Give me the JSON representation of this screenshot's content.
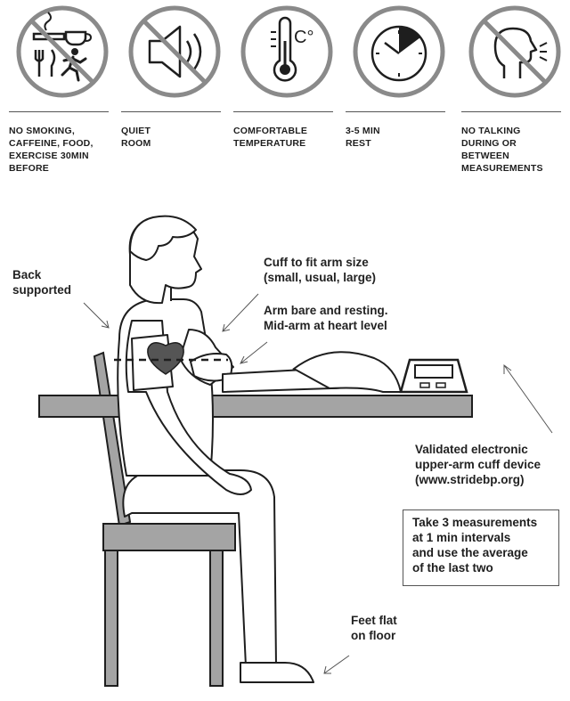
{
  "colors": {
    "ink": "#1e1e1e",
    "icon_ring": "#8a8a8a",
    "furniture": "#a4a4a4",
    "heart": "#555555"
  },
  "prerequisites": [
    {
      "label": "NO SMOKING,\nCAFFEINE, FOOD,\nEXERCISE 30MIN\nBEFORE",
      "icon": "no-smoking-caffeine-food-exercise-icon"
    },
    {
      "label": "QUIET\nROOM",
      "icon": "muted-speaker-icon"
    },
    {
      "label": "COMFORTABLE\nTEMPERATURE",
      "icon": "thermometer-celsius-icon"
    },
    {
      "label": "3-5 MIN\nREST",
      "icon": "clock-timer-icon"
    },
    {
      "label": "NO TALKING\nDURING OR\nBETWEEN\nMEASUREMENTS",
      "icon": "no-talking-icon"
    }
  ],
  "icon_text": {
    "celsius": "C°"
  },
  "callouts": {
    "back": "Back\nsupported",
    "cuff": "Cuff to fit arm size\n(small, usual, large)",
    "arm": "Arm bare and resting.\nMid-arm at heart level",
    "device": "Validated electronic\nupper-arm cuff device\n(www.stridebp.org)",
    "measurements": "Take 3 measurements\nat 1 min intervals\nand use the average\nof the last two",
    "feet": "Feet flat\non floor"
  }
}
